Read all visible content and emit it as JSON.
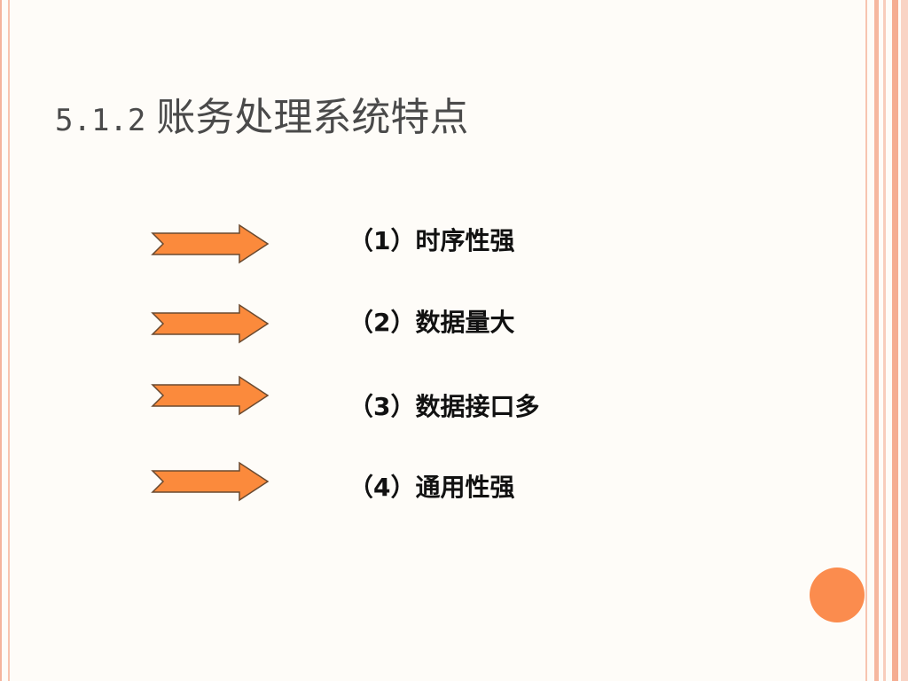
{
  "slide": {
    "title_number": "5.1.2",
    "title_text": "账务处理系统特点",
    "items": [
      {
        "label": "（1）时序性强"
      },
      {
        "label": "（2）数据量大"
      },
      {
        "label": "（3）数据接口多"
      },
      {
        "label": "（4）通用性强"
      }
    ]
  },
  "colors": {
    "arrow_fill": "#fb8a3c",
    "accent_dot": "#fb8c4e",
    "border_stripe": "#f5b49c",
    "title_text": "#4a4a4a",
    "item_text": "#111111",
    "background": "#fefcf8"
  },
  "icons": {
    "item_marker": "notched-right-arrow-icon",
    "decoration": "circle-dot-icon"
  }
}
